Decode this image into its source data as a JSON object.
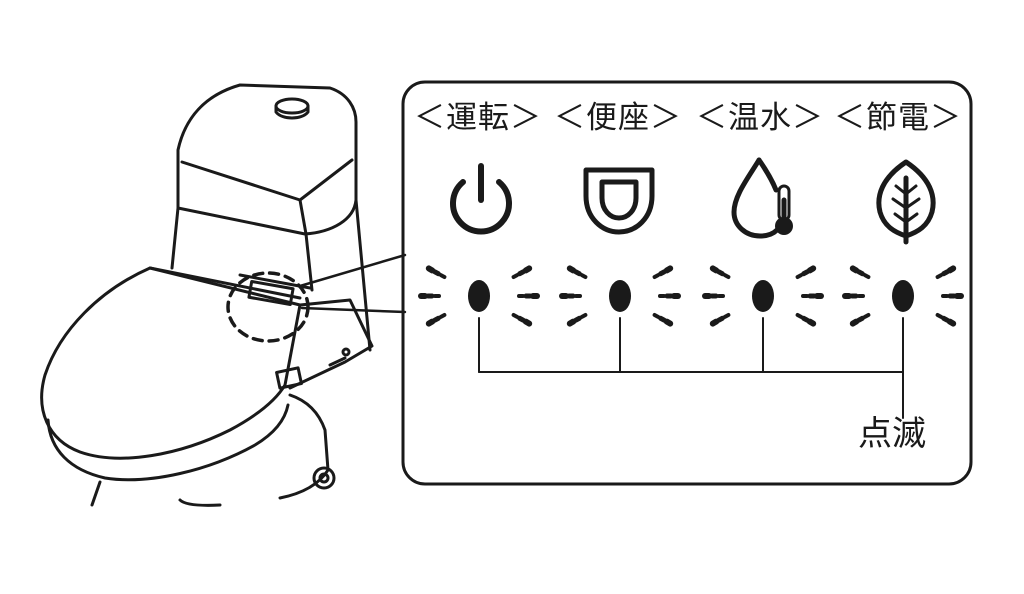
{
  "panel": {
    "labels": [
      {
        "id": "power",
        "text": "＜運転＞",
        "icon": "power-icon"
      },
      {
        "id": "seat",
        "text": "＜便座＞",
        "icon": "toilet-seat-icon"
      },
      {
        "id": "water",
        "text": "＜温水＞",
        "icon": "water-drop-thermometer-icon"
      },
      {
        "id": "eco",
        "text": "＜節電＞",
        "icon": "leaf-icon"
      }
    ],
    "indicator_state_note": "点滅"
  },
  "colors": {
    "line": "#1a1a1a",
    "background": "#ffffff"
  }
}
